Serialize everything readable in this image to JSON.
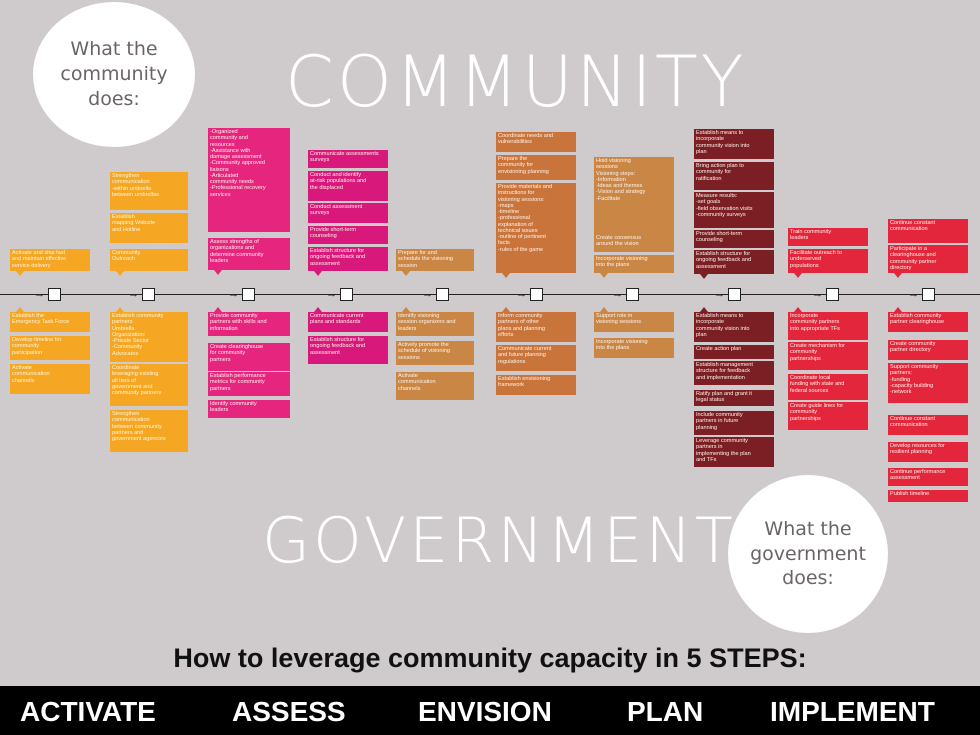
{
  "labels": {
    "community_circle": "What the\ncommunity\ndoes:",
    "government_circle": "What the\ngovernment\ndoes:",
    "community_title": "COMMUNITY",
    "government_title": "GOVERNMENT",
    "headline": "How to leverage community capacity in  5 STEPS:"
  },
  "steps": [
    "ACTIVATE",
    "ASSESS",
    "ENVISION",
    "PLAN",
    "IMPLEMENT"
  ],
  "colors": {
    "background": "#cfcacb",
    "activate": "#f5a623",
    "assess": "#e6257f",
    "assess_dark": "#d8187a",
    "envision": "#c9743a",
    "envision_light": "#c98645",
    "plan": "#7b1f24",
    "implement": "#e4263c",
    "step_bar": "#000000"
  },
  "community_boxes": [
    {
      "text": "Strengthen\ncommunication\n-within umbrella\nbetween umbrellas",
      "color": "activate"
    },
    {
      "text": "Establish\nmapping Website\nand Hotline",
      "color": "activate"
    },
    {
      "text": "Activate and ship fast\nand maintain effective\nservice delivery",
      "color": "activate"
    },
    {
      "text": "Community\nOutreach",
      "color": "activate"
    },
    {
      "text": "-Organized\ncommunity and\nresources\n-Assistance with\ndamage assessment\n-Community approved\nliaisons\n-Articulated\ncommunity needs\n-Professional recovery\nservices",
      "color": "assess"
    },
    {
      "text": "Assess strengths of\norganizations and\ndetermine community\nleaders",
      "color": "assess"
    },
    {
      "text": "Communicate assessments\nsurveys",
      "color": "assess_dark"
    },
    {
      "text": "Conduct and identify\nat-risk populations and\nthe displaced",
      "color": "assess_dark"
    },
    {
      "text": "Conduct assessment\nsurveys",
      "color": "assess_dark"
    },
    {
      "text": "Provide short-term\ncounseling",
      "color": "assess_dark"
    },
    {
      "text": "Establish structure for\nongoing feedback and\nassessment",
      "color": "assess_dark"
    },
    {
      "text": "Prepare for and\nschedule the visioning\nsession",
      "color": "envision_light"
    },
    {
      "text": "Coordinate needs and\nvulnerabilities",
      "color": "envision"
    },
    {
      "text": "Prepare the\ncommunity for\nenvisioning planning",
      "color": "envision"
    },
    {
      "text": "Provide materials and\ninstructions for\nvisioning sessions:\n-maps\n-timeline\n-professional\nexplanation of\ntechnical issues\n-outline of pertinent\nfacts\n-rules of the game",
      "color": "envision"
    },
    {
      "text": "Hold visioning\nsessions\nVisioning steps:\n-Information\n-Ideas and themes\n-Vision and strategy\n-Facilitate",
      "color": "envision_light"
    },
    {
      "text": "Create consensus\naround the vision",
      "color": "envision_light"
    },
    {
      "text": "Incorporate visioning\ninto the plans",
      "color": "envision_light"
    },
    {
      "text": "Establish means to\nincorporate\ncommunity vision into\nplan",
      "color": "plan"
    },
    {
      "text": "Bring action plan to\ncommunity for\nratification",
      "color": "plan"
    },
    {
      "text": "Measure results:\n-set goals\n-field observation visits\n-community surveys",
      "color": "plan"
    },
    {
      "text": "Provide short-term\ncounseling",
      "color": "plan"
    },
    {
      "text": "Establish structure for\nongoing feedback and\nassessment",
      "color": "plan"
    },
    {
      "text": "Train community\nleaders",
      "color": "implement"
    },
    {
      "text": "Facilitate outreach to\nunderserved\npopulations",
      "color": "implement"
    },
    {
      "text": "Continue constant\ncommunication",
      "color": "implement"
    },
    {
      "text": "Participate in a\nclearinghouse and\ncommunity partner\ndirectory",
      "color": "implement"
    }
  ],
  "government_boxes": [
    {
      "text": "Establish the\nEmergency Task Force",
      "color": "activate"
    },
    {
      "text": "Develop timeline for\ncommunity\nparticipation",
      "color": "activate"
    },
    {
      "text": "Activate\ncommunication\nchannels",
      "color": "activate"
    },
    {
      "text": "Establish community\npartners\nUmbrella\nOrganization:\n-Private Sector\n-Community\nAdvocates",
      "color": "activate"
    },
    {
      "text": "Coordinate\nleveraging existing\nall tiers of\ngovernment and\ncommunity partners",
      "color": "activate"
    },
    {
      "text": "Strengthen\ncommunication\nbetween community\npartners and\ngovernment agencies",
      "color": "activate"
    },
    {
      "text": "Provide community\npartners with skills and\ninformation",
      "color": "assess"
    },
    {
      "text": "Create clearinghouse\nfor community\npartners",
      "color": "assess"
    },
    {
      "text": "Establish performance\nmetrics for community\npartners",
      "color": "assess"
    },
    {
      "text": "Identify community\nleaders",
      "color": "assess"
    },
    {
      "text": "Communicate current\nplans and standards",
      "color": "assess_dark"
    },
    {
      "text": "Establish structure for\nongoing feedback and\nassessment",
      "color": "assess_dark"
    },
    {
      "text": "Identify visioning\nsession organizers and\nleaders",
      "color": "envision_light"
    },
    {
      "text": "Actively promote the\nschedule of visioning\nsessions",
      "color": "envision_light"
    },
    {
      "text": "Activate\ncommunication\nchannels",
      "color": "envision_light"
    },
    {
      "text": "Inform community\npartners of other\nplans and planning\nefforts",
      "color": "envision"
    },
    {
      "text": "Communicate current\nand future planning\nregulations",
      "color": "envision"
    },
    {
      "text": "Establish envisioning\nframework",
      "color": "envision"
    },
    {
      "text": "Support role in\nvisioning sessions",
      "color": "envision_light"
    },
    {
      "text": "Incorporate visioning\ninto the plans",
      "color": "envision_light"
    },
    {
      "text": "Establish means to\nincorporate\ncommunity vision into\nplan",
      "color": "plan"
    },
    {
      "text": "Create action plan",
      "color": "plan"
    },
    {
      "text": "Establish management\nstructure for feedback\nand implementation",
      "color": "plan"
    },
    {
      "text": "Ratify plan and grant it\nlegal status",
      "color": "plan"
    },
    {
      "text": "Include community\npartners in future\nplanning",
      "color": "plan"
    },
    {
      "text": "Leverage community\npartners in\nimplementing the plan\nand TFs",
      "color": "plan"
    },
    {
      "text": "Incorporate\ncommunity partners\ninto appropriate TFs",
      "color": "implement"
    },
    {
      "text": "Create mechanism for\ncommunity\npartnerships",
      "color": "implement"
    },
    {
      "text": "Coordinate local\nfunding with state and\nfederal sources",
      "color": "implement"
    },
    {
      "text": "Create guide lines for\ncommunity\npartnerships",
      "color": "implement"
    },
    {
      "text": "Establish community\npartner clearinghouse",
      "color": "implement"
    },
    {
      "text": "Create community\npartner directory",
      "color": "implement"
    },
    {
      "text": "Support community\npartners:\n-funding\n-capacity building\n-network",
      "color": "implement"
    },
    {
      "text": "Continue constant\ncommunication",
      "color": "implement"
    },
    {
      "text": "Develop resources for\nresilient planning",
      "color": "implement"
    },
    {
      "text": "Continue performance\nassessment",
      "color": "implement"
    },
    {
      "text": "Publish timeline",
      "color": "implement"
    }
  ]
}
